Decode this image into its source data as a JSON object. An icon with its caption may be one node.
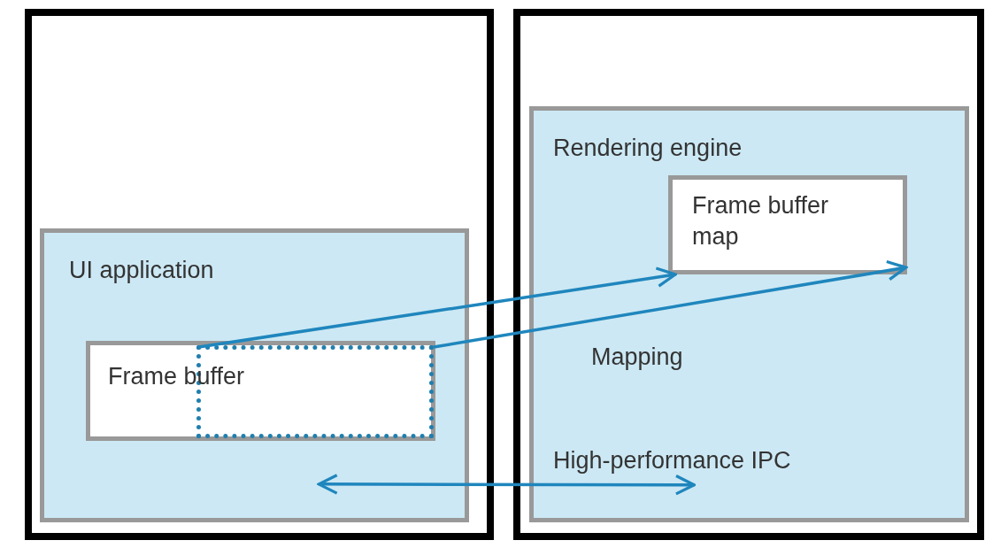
{
  "diagram": {
    "nodes": [
      {
        "text": [],
        "shape": "box"
      },
      {
        "text": [
          "UI application"
        ],
        "in": 0
      },
      {
        "text": [
          "Frame buffer"
        ],
        "in": 1
      },
      {
        "text": [],
        "shape": "box",
        "in": 2
      },
      {
        "text": [],
        "shape": "box"
      },
      {
        "text": [
          "Rendering engine"
        ],
        "in": 4
      },
      {
        "text": [
          "Frame buffer map"
        ],
        "in": 5
      }
    ],
    "edges": [
      {
        "from": 3,
        "to": 6,
        "arrow": "to"
      },
      {
        "from": 3,
        "to": 6,
        "arrow": "to"
      },
      {
        "from": 1,
        "to": 5,
        "arrow": "both",
        "label": "High-performance IPC"
      }
    ],
    "labels": [
      "Mapping"
    ]
  }
}
